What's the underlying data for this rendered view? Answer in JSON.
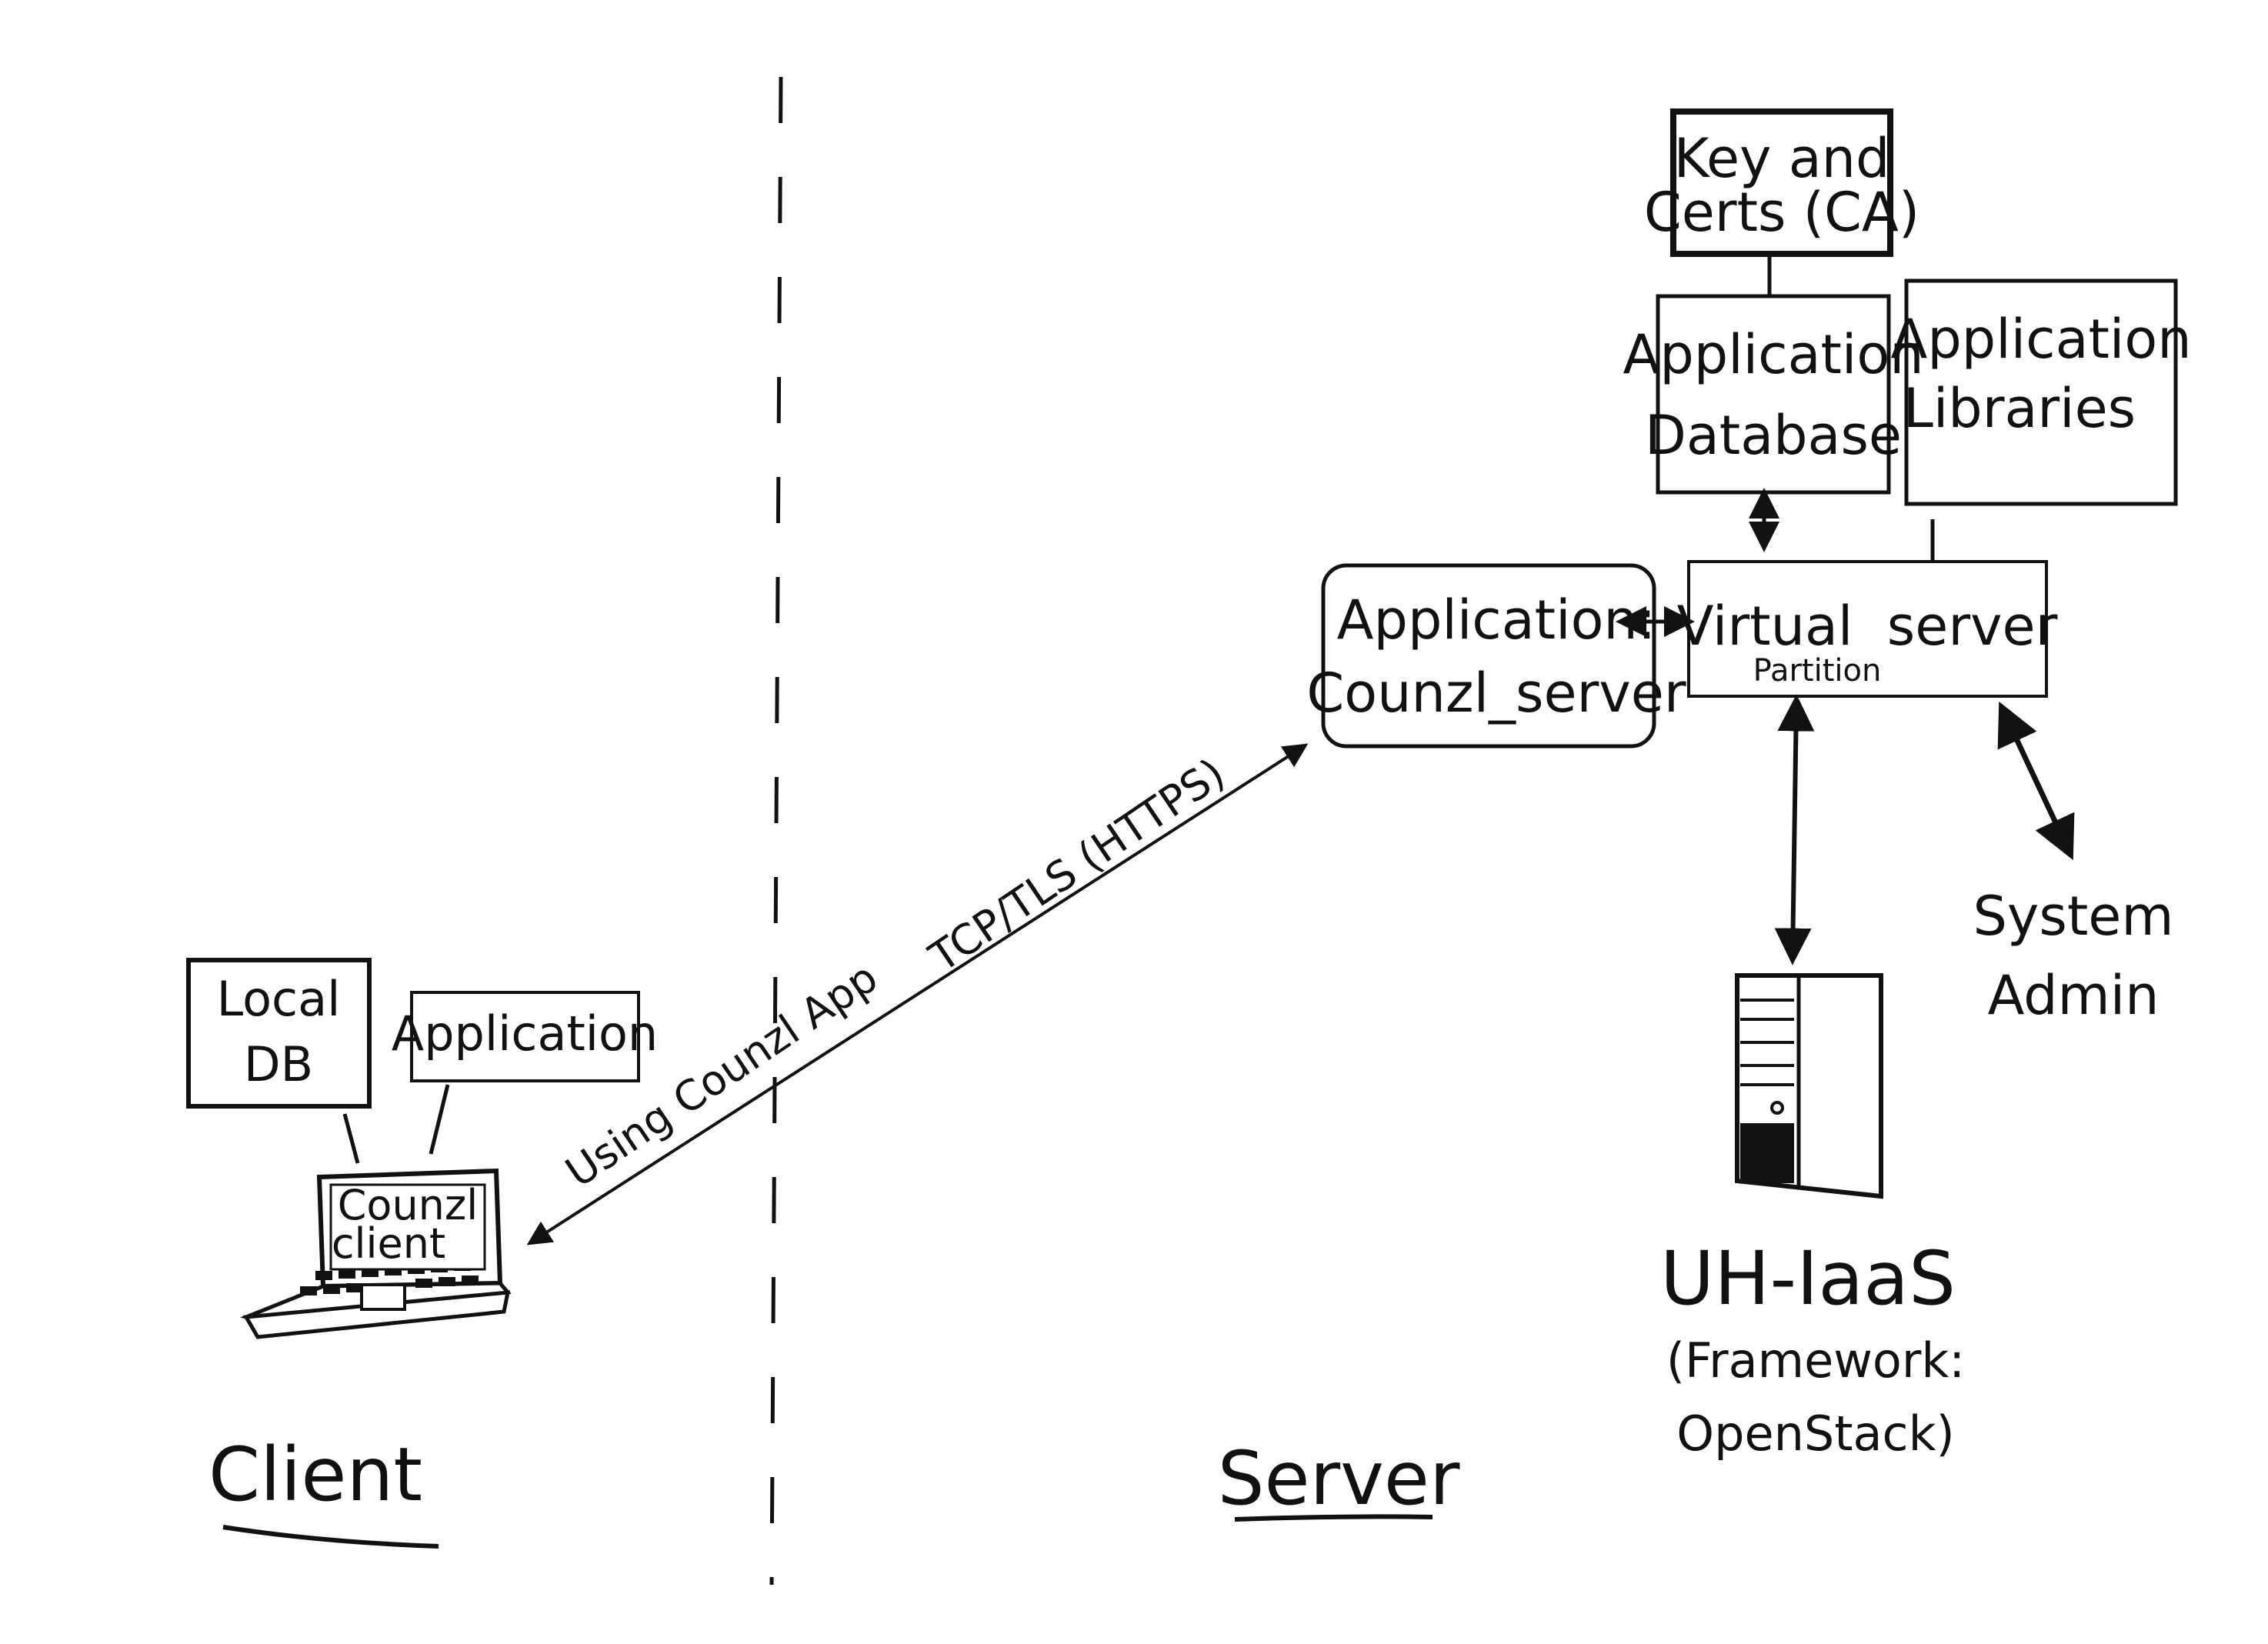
{
  "sections": {
    "client_label": "Client",
    "server_label": "Server"
  },
  "client": {
    "local_db": [
      "Local",
      "DB"
    ],
    "application": "Application",
    "laptop_screen": [
      "Counzl",
      "client"
    ]
  },
  "connection": {
    "protocol": "TCP/TLS (HTTPS)",
    "using": "Using Counzl App"
  },
  "server": {
    "key_certs": [
      "Key and",
      "Certs (CA)"
    ],
    "app_database": [
      "Application",
      "Database"
    ],
    "app_libraries": [
      "Application",
      "Libraries"
    ],
    "app_server": [
      "Application:",
      "Counzl_server"
    ],
    "virtual_server": "Virtual  server",
    "partition": "Partition",
    "system_admin": [
      "System",
      "Admin"
    ],
    "iaas_title": "UH-IaaS",
    "iaas_framework": [
      "(Framework:",
      "OpenStack)"
    ]
  },
  "icons": {
    "laptop": "laptop-icon",
    "server_tower": "server-tower-icon"
  },
  "colors": {
    "ink": "#111111",
    "paper": "#ffffff"
  }
}
